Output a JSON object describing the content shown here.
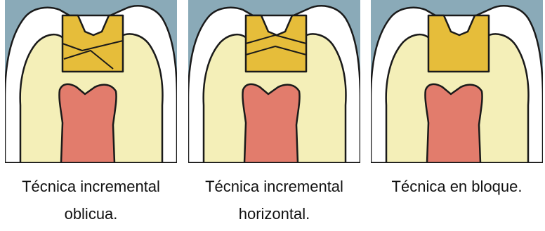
{
  "colors": {
    "background": "#8aaab8",
    "enamel": "#ffffff",
    "dentin": "#f4efb8",
    "pulp": "#e27c6c",
    "restoration": "#e6bd3a",
    "outline": "#1a1a1a"
  },
  "panels": [
    {
      "technique": "oblique",
      "caption_line1": "Técnica incremental",
      "caption_line2": "oblicua."
    },
    {
      "technique": "horizontal",
      "caption_line1": "Técnica incremental",
      "caption_line2": "horizontal."
    },
    {
      "technique": "bulk",
      "caption_line1": "Técnica en bloque.",
      "caption_line2": ""
    }
  ]
}
